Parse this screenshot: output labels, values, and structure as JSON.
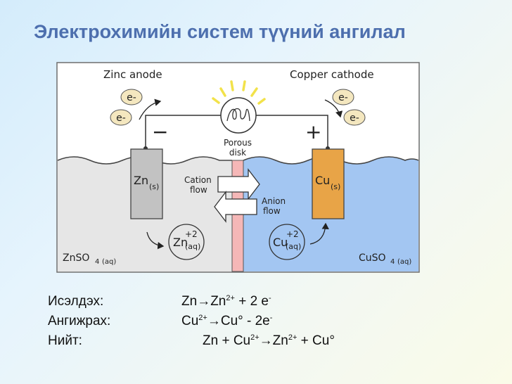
{
  "title": "Электрохимийн систем түүний ангилал",
  "diagram": {
    "zinc_anode_label": "Zinc anode",
    "copper_cathode_label": "Copper cathode",
    "electron": "e-",
    "minus_sign": "−",
    "plus_sign": "+",
    "porous_disk_line1": "Porous",
    "porous_disk_line2": "disk",
    "zn_electrode": "Zn",
    "cu_electrode": "Cu",
    "solid_state": "(s)",
    "cation_flow_line1": "Cation",
    "cation_flow_line2": "flow",
    "anion_flow_line1": "Anion",
    "anion_flow_line2": "flow",
    "zn_ion": "Zn",
    "cu_ion": "Cu",
    "ion_charge": "+2",
    "aqueous_state": "(aq)",
    "left_solution_formula": "ZnSO",
    "right_solution_formula": "CuSO",
    "sulfate_subscript": "4",
    "colors": {
      "left_solution": "#e6e6e6",
      "right_solution": "#a3c6f2",
      "zinc_electrode": "#c2c2c2",
      "copper_electrode": "#e8a447",
      "porous_disk": "#f5b7b7",
      "title": "#4d6fae"
    }
  },
  "equations": {
    "oxidation": {
      "label": "Исэлдэх:",
      "p1": "Zn",
      "arrow": "→",
      "p2": "Zn",
      "sup1": "2+",
      "p3": " + 2 e",
      "sup2": "-"
    },
    "reduction": {
      "label": "Ангижрах:",
      "p1": "Cu",
      "sup1": "2+",
      "arrow": "→",
      "p2": "Cu° - 2e",
      "sup2": "-"
    },
    "overall": {
      "label": "Нийт:",
      "p1": "Zn + Cu",
      "sup1": "2+",
      "arrow": "→",
      "p2": "Zn",
      "sup2": "2+",
      "p3": " +  Cu°"
    }
  }
}
